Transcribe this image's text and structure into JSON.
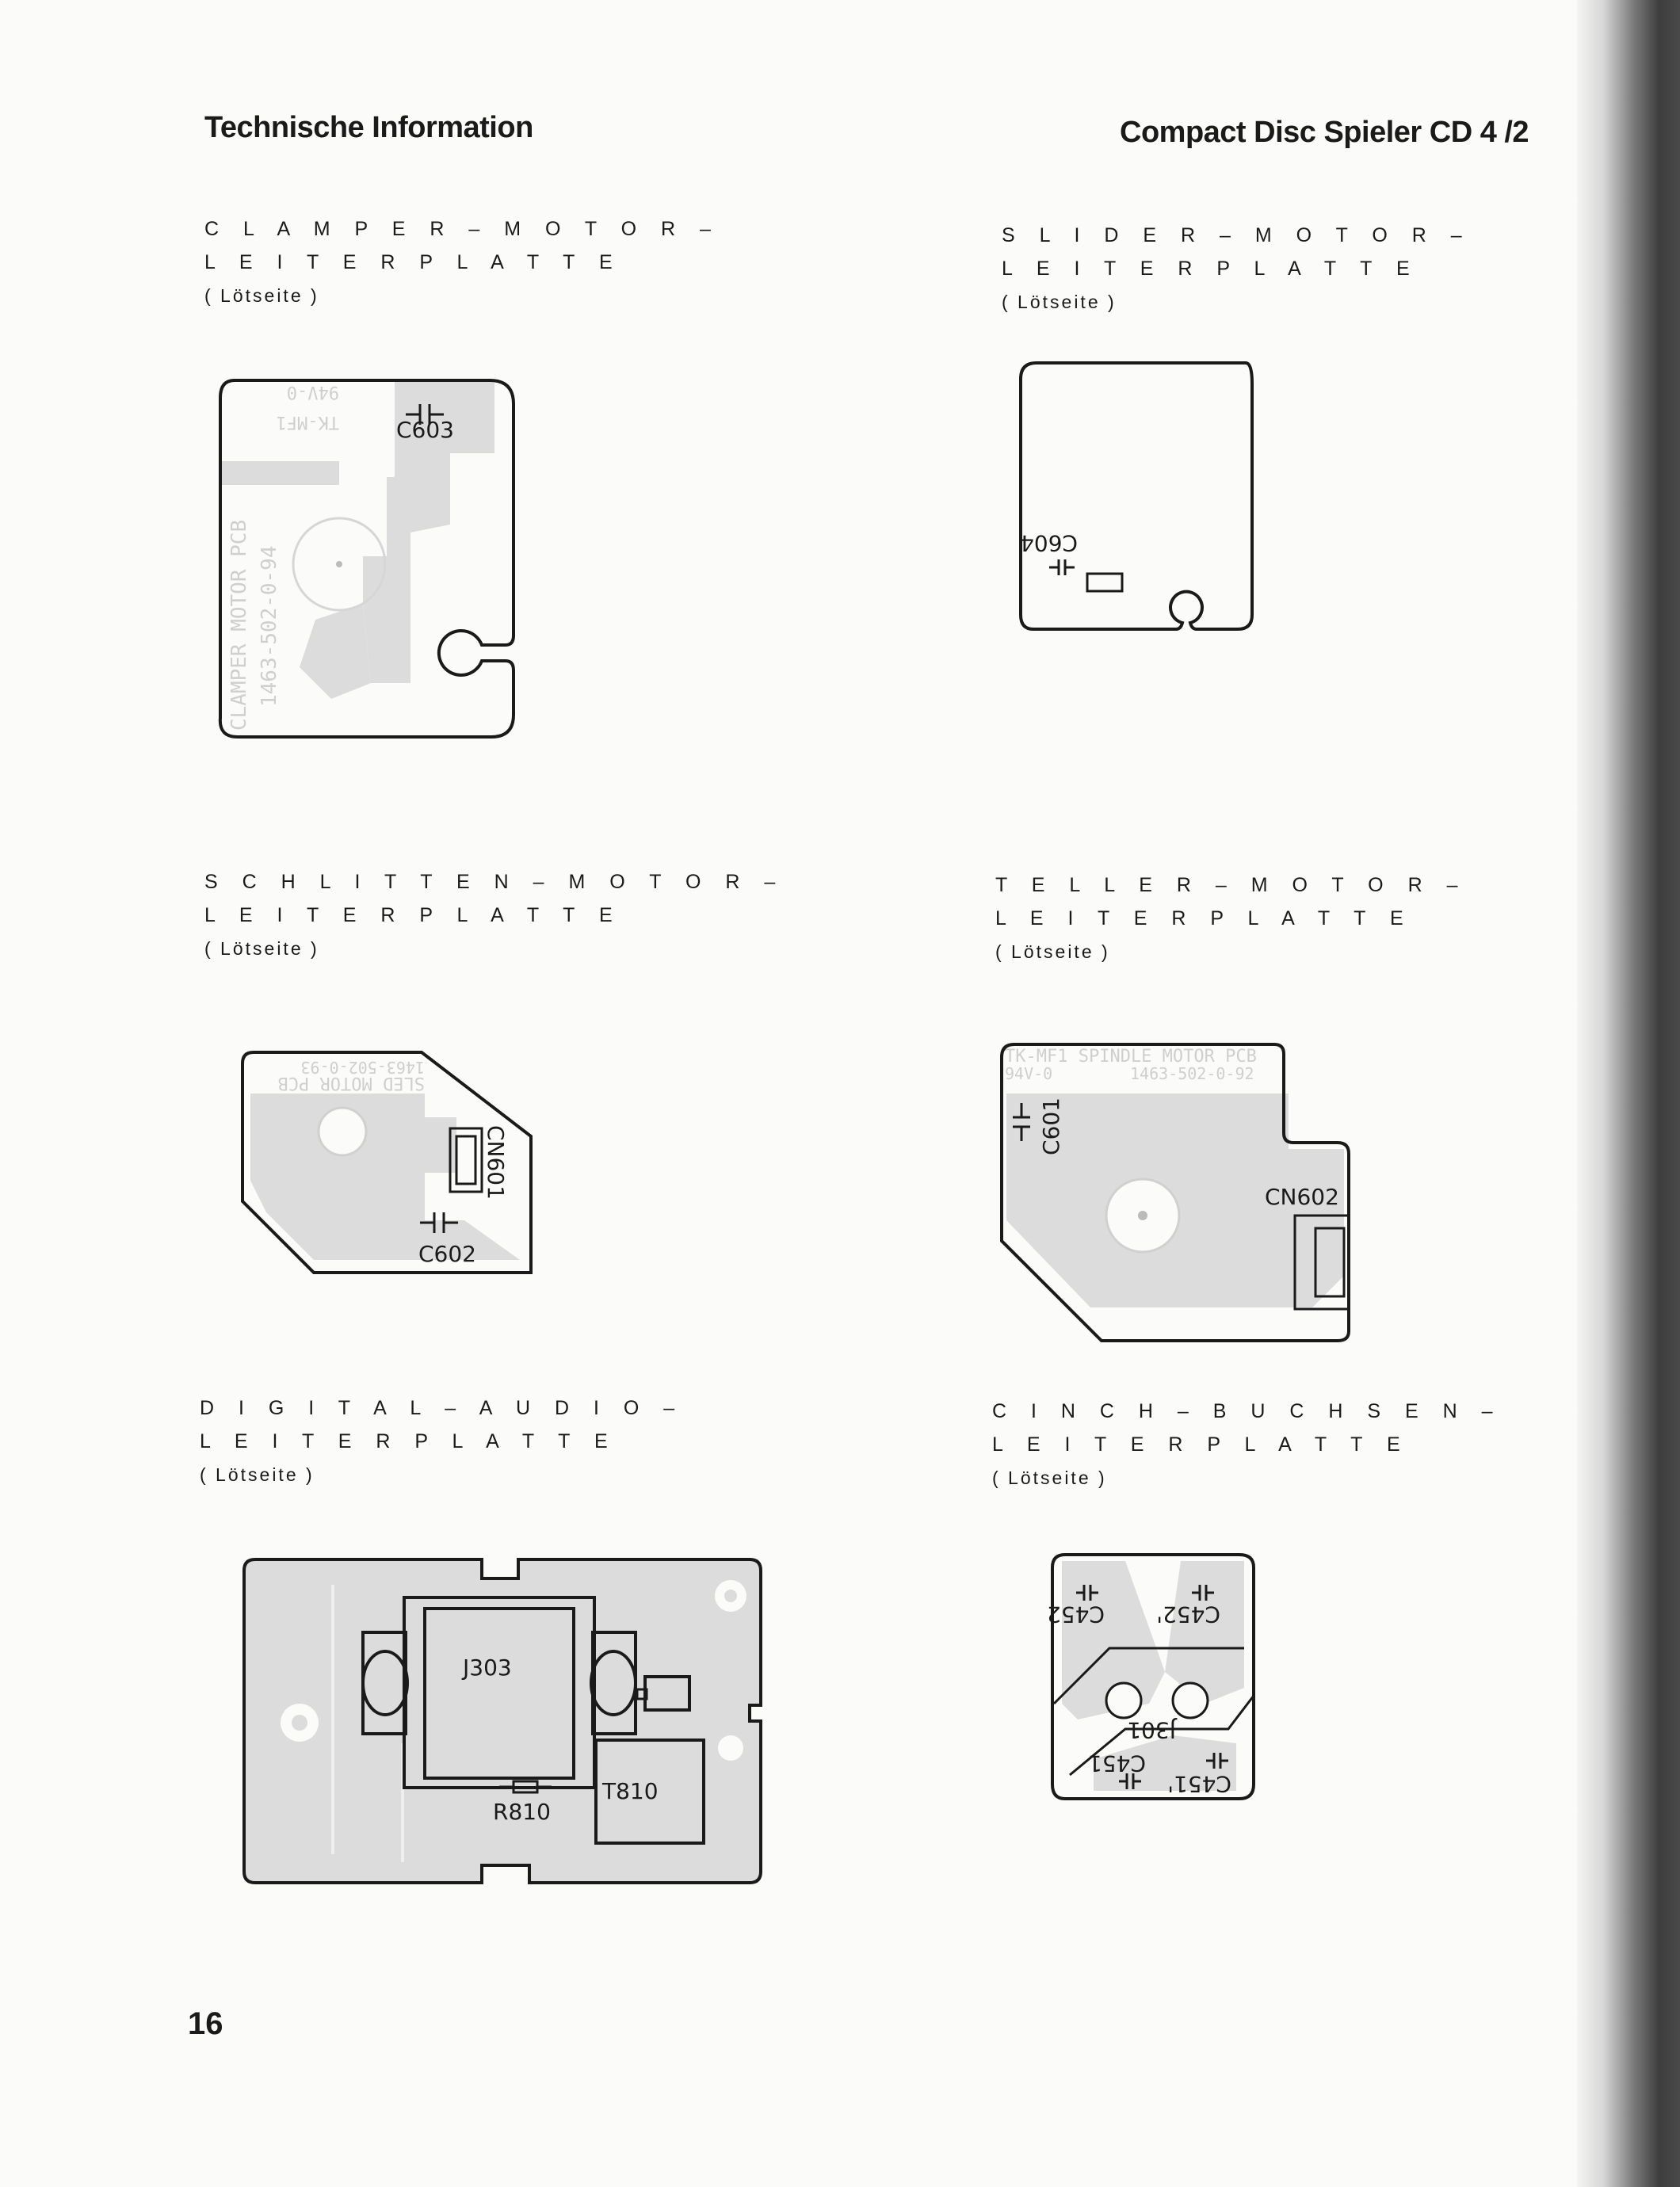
{
  "header": {
    "left": "Technische Information",
    "right": "Compact Disc Spieler CD 4 /2"
  },
  "page_number": "16",
  "boards": {
    "clamper": {
      "line1": "C L A M P E R  –  M O T O R  –",
      "line2": "L E I T E R P L A T T E",
      "side": "( Lötseite )",
      "parts": [
        "C603"
      ],
      "silk": [
        "TK-MF1",
        "94V-0",
        "CLAMPER MOTOR PCB",
        "1463-502-0-94"
      ]
    },
    "slider": {
      "line1": "S L I D E R  –  M O T O R  –",
      "line2": "L E I T E R P L A T T E",
      "side": "( Lötseite )",
      "parts": [
        "C604"
      ]
    },
    "schlitten": {
      "line1": "S C H L I T T E N  –  M O T O R  –",
      "line2": "L E I T E R P L A T T E",
      "side": "( Lötseite )",
      "parts": [
        "CN601",
        "C602"
      ],
      "silk": [
        "SLED MOTOR PCB",
        "1463-502-0-93"
      ]
    },
    "teller": {
      "line1": "T E L L E R  –  M O T O R  –",
      "line2": "L E I T E R P L A T T E",
      "side": "( Lötseite )",
      "parts": [
        "C601",
        "CN602"
      ],
      "silk": [
        "TK-MF1 SPINDLE MOTOR PCB",
        "94V-0",
        "1463-502-0-92"
      ]
    },
    "digital_audio": {
      "line1": "D I G I T A L  –  A U D I O  –",
      "line2": "L E I T E R P L A T T E",
      "side": "( Lötseite )",
      "parts": [
        "J303",
        "R810",
        "T810"
      ]
    },
    "cinch": {
      "line1": "C I N C H  –  B U C H S E N  –",
      "line2": "L E I T E R P L A T T E",
      "side": "( Lötseite )",
      "parts": [
        "C452",
        "C452'",
        "J301",
        "C451",
        "C451'"
      ]
    }
  }
}
